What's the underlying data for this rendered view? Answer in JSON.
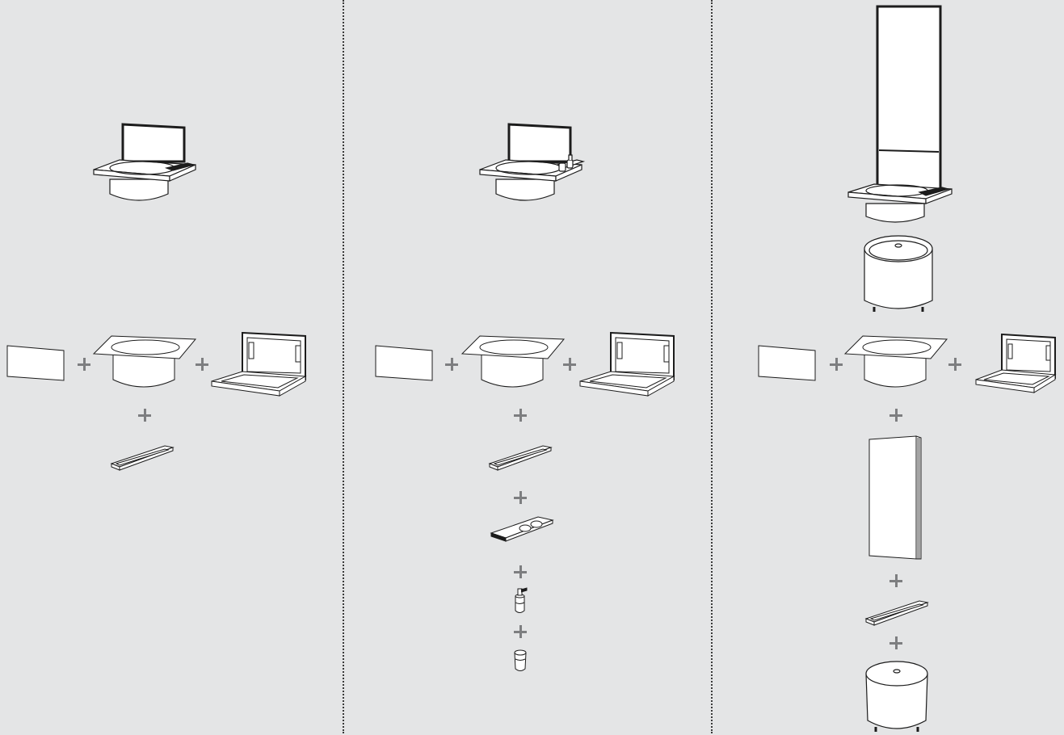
{
  "diagram": {
    "background": "#e4e5e6",
    "line_color": "#1c1c1c",
    "plus_color": "#7d7e80",
    "columns": [
      {
        "id": "column-1",
        "assembled": "vanity-wall-mounted",
        "components": [
          "backsplash-panel",
          "washbasin-top",
          "wall-frame-tray",
          "shelf-tray"
        ]
      },
      {
        "id": "column-2",
        "assembled": "vanity-with-accessories",
        "components": [
          "backsplash-panel",
          "washbasin-top",
          "wall-frame-tray",
          "shelf-tray",
          "accessory-holder-plate",
          "soap-dispenser",
          "tumbler-cup"
        ]
      },
      {
        "id": "column-3",
        "assembled": "vanity-tall-mirror-with-cabinet",
        "components": [
          "backsplash-panel",
          "washbasin-top",
          "wall-frame-tray",
          "tall-mirror-panel",
          "shelf-tray",
          "round-floor-cabinet"
        ]
      }
    ]
  }
}
